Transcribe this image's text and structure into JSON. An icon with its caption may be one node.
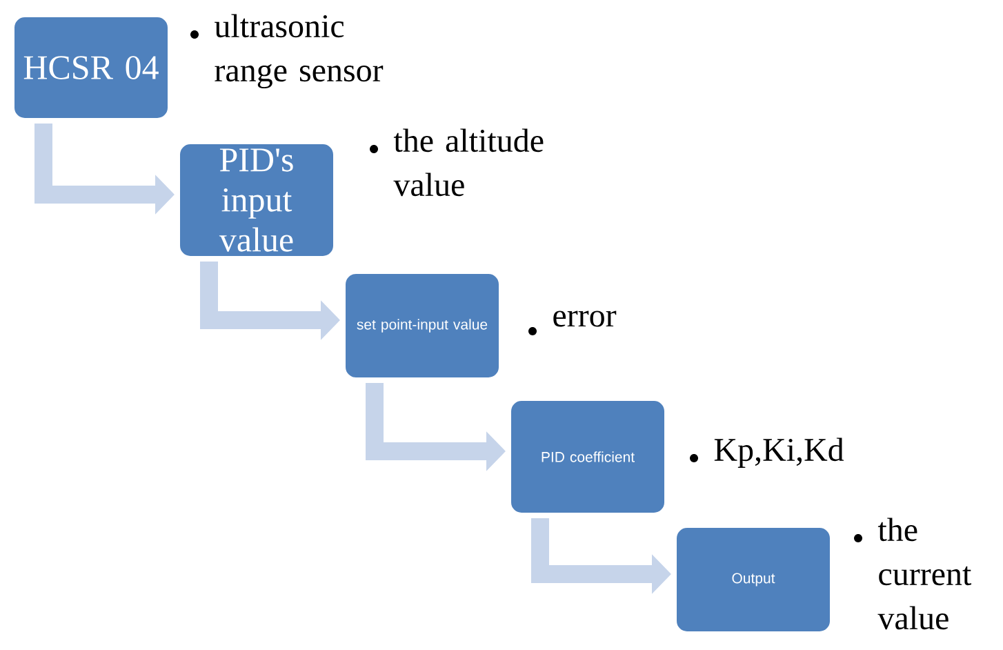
{
  "diagram": {
    "nodes": [
      {
        "text": [
          "HCSR 04"
        ],
        "beside": [
          "ultrasonic range sensor"
        ]
      },
      {
        "text": [
          "PID's input value"
        ],
        "beside": [
          "the altitude value"
        ]
      },
      {
        "text": [
          "set point-input value"
        ],
        "beside": [
          "error"
        ]
      },
      {
        "text": [
          "PID coefficient"
        ],
        "beside": [
          "Kp,Ki,Kd"
        ]
      },
      {
        "text": [
          "Output"
        ],
        "beside": [
          "the current value"
        ]
      }
    ],
    "edges": [
      {
        "from": 0,
        "to": 1,
        "arrow": "to"
      },
      {
        "from": 1,
        "to": 2,
        "arrow": "to"
      },
      {
        "from": 2,
        "to": 3,
        "arrow": "to"
      },
      {
        "from": 3,
        "to": 4,
        "arrow": "to"
      }
    ]
  }
}
